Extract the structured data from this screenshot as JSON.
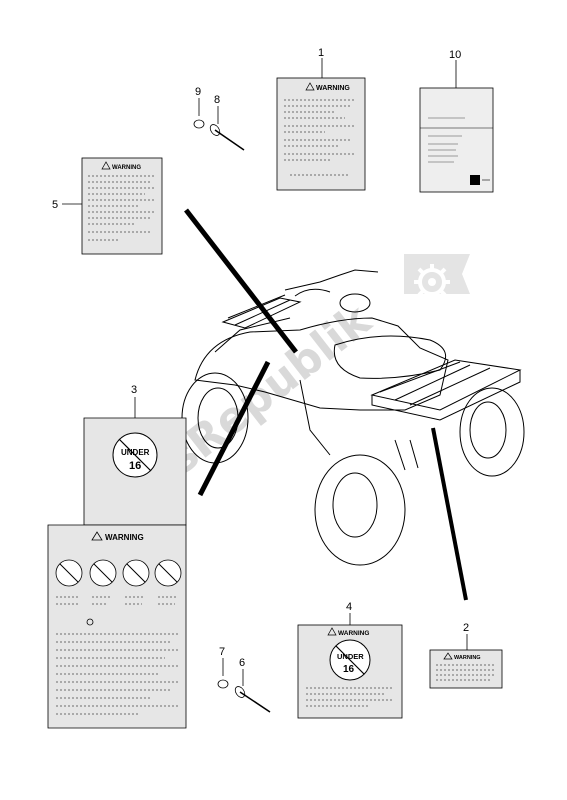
{
  "watermark": {
    "text": "PartsRepublik",
    "color": "#d9d9d9"
  },
  "callouts": {
    "c1": "1",
    "c2": "2",
    "c3": "3",
    "c4": "4",
    "c5": "5",
    "c6": "6",
    "c7": "7",
    "c8": "8",
    "c9": "9",
    "c10": "10"
  },
  "labels": {
    "warning_text": "WARNING",
    "under_text": "UNDER",
    "age_text": "16"
  },
  "colors": {
    "line": "#000000",
    "label_fill": "#e6e6e6",
    "label_fill_light": "#eeeeee"
  }
}
